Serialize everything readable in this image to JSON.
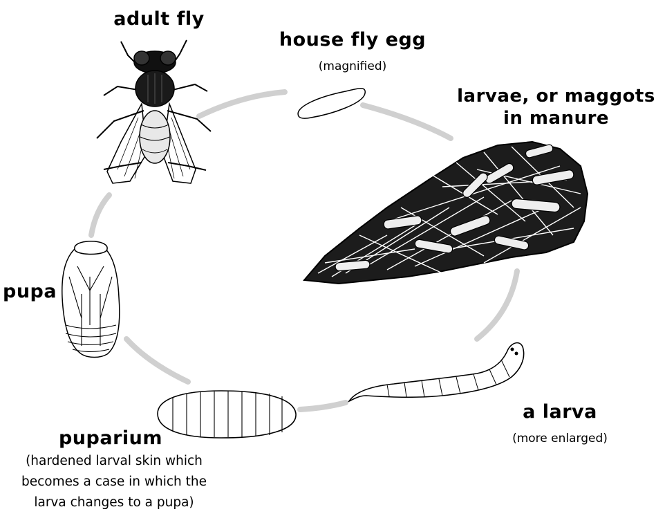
{
  "stages": {
    "adult": {
      "title": "adult fly"
    },
    "egg": {
      "title": "house fly egg",
      "note": "(magnified)"
    },
    "larvae": {
      "title_line1": "larvae, or maggots",
      "title_line2": "in manure"
    },
    "larva": {
      "title": "a larva",
      "note": "(more enlarged)"
    },
    "puparium": {
      "title": "puparium",
      "note_line1": "(hardened larval skin which",
      "note_line2": "becomes a case in which the",
      "note_line3": "larva changes to a pupa)"
    },
    "pupa": {
      "title": "pupa"
    }
  },
  "colors": {
    "cycle_arrow": "#d0d0d0",
    "ink": "#000000",
    "background": "#ffffff"
  }
}
